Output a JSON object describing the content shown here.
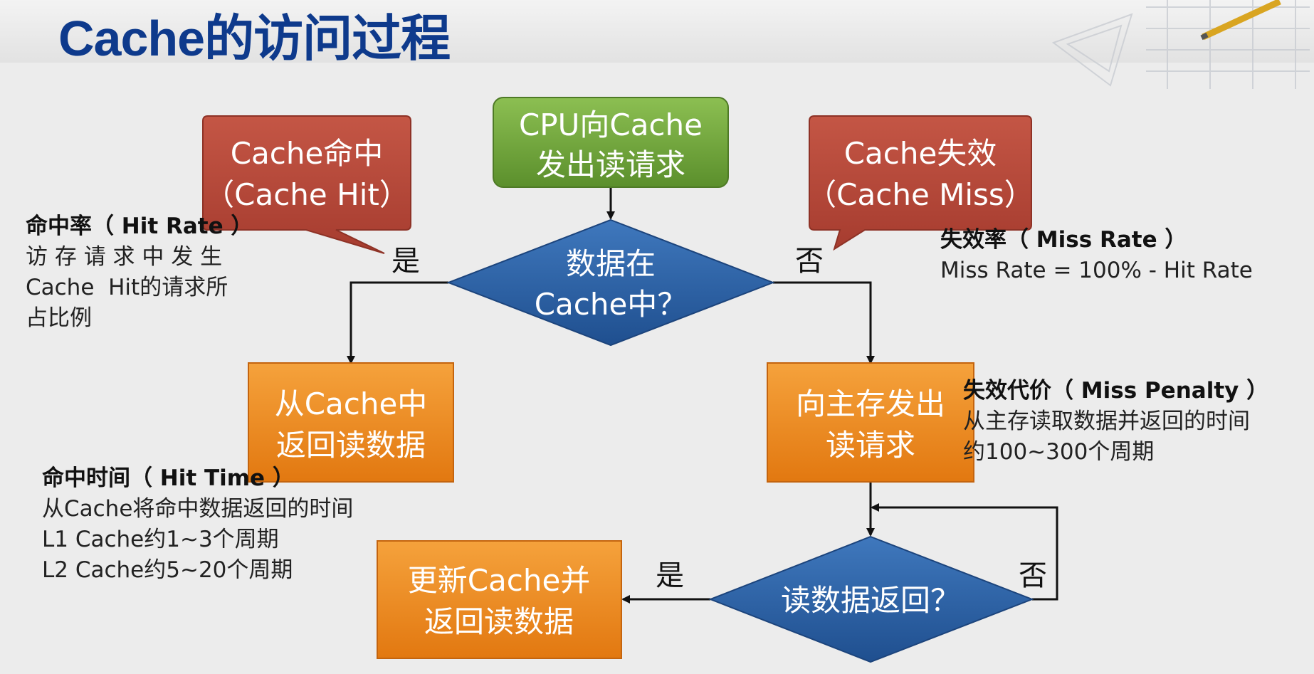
{
  "title": "Cache的访问过程",
  "nodes": {
    "start": [
      "CPU向Cache",
      "发出读请求"
    ],
    "decision_hit": [
      "数据在",
      "Cache中？"
    ],
    "read_cache": [
      "从Cache中",
      "返回读数据"
    ],
    "req_memory": [
      "向主存发出",
      "读请求"
    ],
    "decision_return": [
      "读数据返回？"
    ],
    "update_cache": [
      "更新Cache并",
      "返回读数据"
    ]
  },
  "callouts": {
    "hit": [
      "Cache命中",
      "（Cache Hit）"
    ],
    "miss": [
      "Cache失效",
      "（Cache Miss）"
    ]
  },
  "edge_labels": {
    "hit_yes": "是",
    "hit_no": "否",
    "return_yes": "是",
    "return_no": "否"
  },
  "notes": {
    "hit_rate": {
      "heading": "命中率（ Hit Rate ）",
      "lines": [
        "访 存 请 求 中 发 生",
        "Cache  Hit的请求所",
        "占比例"
      ]
    },
    "miss_rate": {
      "heading": "失效率（ Miss Rate ）",
      "lines": [
        "Miss Rate = 100% - Hit Rate"
      ]
    },
    "miss_penalty": {
      "heading": "失效代价（ Miss Penalty ）",
      "lines": [
        "从主存读取数据并返回的时间",
        "约100~300个周期"
      ]
    },
    "hit_time": {
      "heading": "命中时间（ Hit Time ）",
      "lines": [
        "从Cache将命中数据返回的时间",
        "L1 Cache约1~3个周期",
        "L2 Cache约5~20个周期"
      ]
    }
  },
  "colors": {
    "title": "#0e3a8c",
    "start_node": "#6fa13a",
    "decision": "#2f64a8",
    "process": "#ef8a1f",
    "callout": "#b84a3c"
  }
}
